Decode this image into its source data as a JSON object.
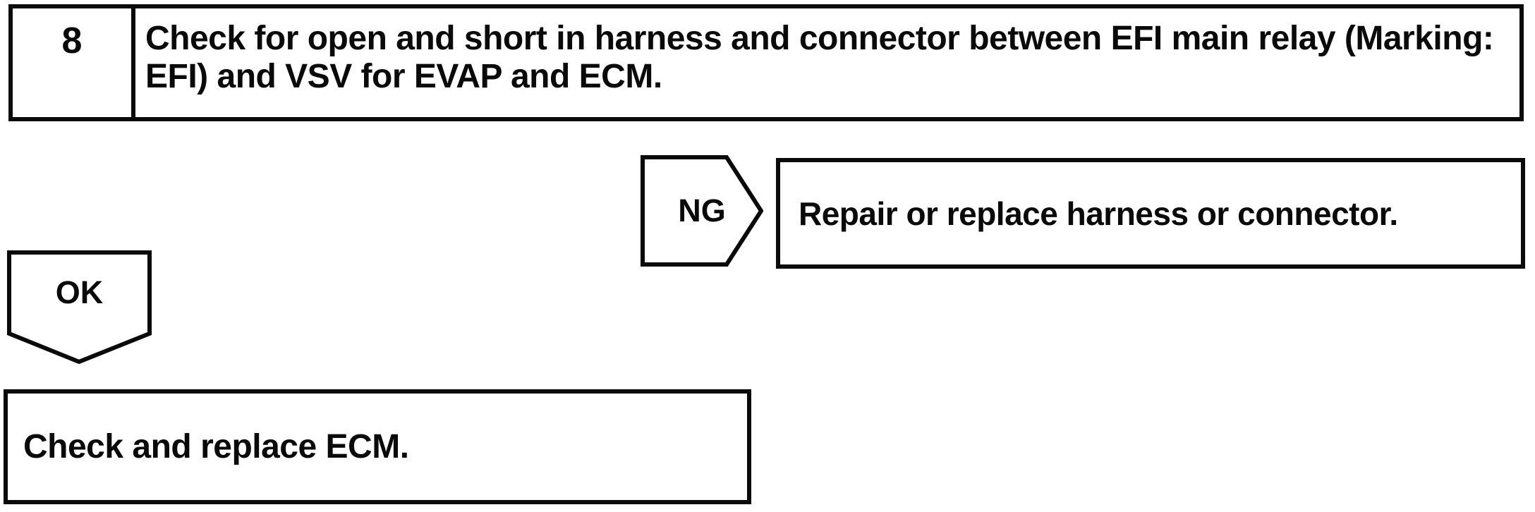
{
  "flowchart": {
    "step": {
      "number": "8",
      "instruction": "Check for open and short in harness and connector between EFI main relay (Marking: EFI) and VSV for EVAP and ECM."
    },
    "ng_branch": {
      "label": "NG",
      "action": "Repair or replace harness or connector."
    },
    "ok_branch": {
      "label": "OK",
      "action": "Check and replace ECM."
    },
    "colors": {
      "ink": "#0a0a0a",
      "background": "#ffffff"
    }
  }
}
